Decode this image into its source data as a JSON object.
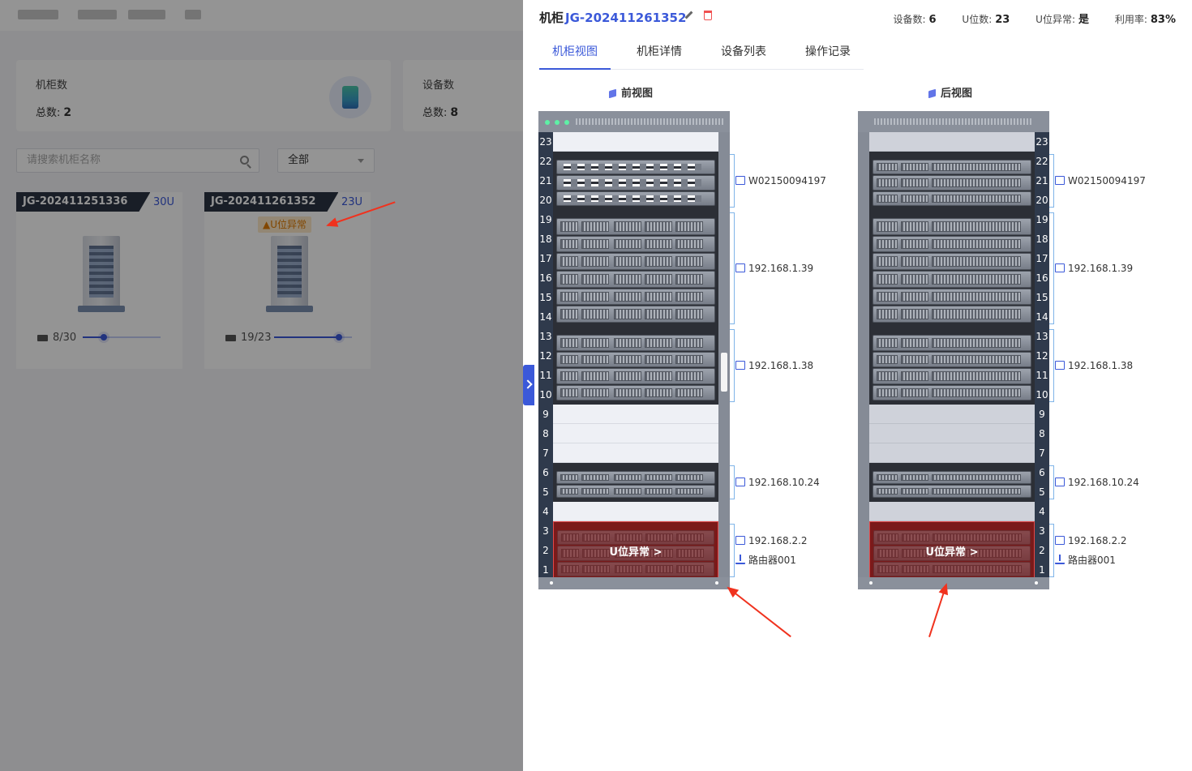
{
  "background": {
    "stat_cards": [
      {
        "title": "机柜数",
        "total_label": "总数:",
        "total_value": "2"
      },
      {
        "title": "设备数",
        "total_label": "总数:",
        "total_value": "8"
      }
    ],
    "search_placeholder": "请搜索机柜名称",
    "filter_selected": "全部",
    "rack_cards": [
      {
        "name": "JG-202411251336",
        "capacity": "30U",
        "usage": "8/30",
        "usage_fraction": 0.27
      },
      {
        "name": "JG-202411261352",
        "capacity": "23U",
        "usage": "19/23",
        "usage_fraction": 0.83,
        "warning": "U位异常"
      }
    ]
  },
  "drawer": {
    "title_prefix": "机柜",
    "rack_code": "JG-202411261352",
    "stats": [
      {
        "label": "设备数:",
        "value": "6"
      },
      {
        "label": "U位数:",
        "value": "23"
      },
      {
        "label": "U位异常:",
        "value": "是"
      },
      {
        "label": "利用率:",
        "value": "83%"
      }
    ],
    "tabs": [
      "机柜视图",
      "机柜详情",
      "设备列表",
      "操作记录"
    ],
    "front_title": "前视图",
    "back_title": "后视图",
    "error_label": "U位异常 >",
    "devices": [
      {
        "label": "W02150094197",
        "icon": "switch-icon"
      },
      {
        "label": "192.168.1.39",
        "icon": "server-icon"
      },
      {
        "label": "192.168.1.38",
        "icon": "server-icon"
      },
      {
        "label": "192.168.10.24",
        "icon": "server-icon"
      },
      {
        "label": "192.168.2.2",
        "icon": "server-icon"
      },
      {
        "label": "路由器001",
        "icon": "router-icon"
      }
    ]
  },
  "colors": {
    "accent": "#3b59d9",
    "error": "#e24848",
    "arrow": "#f0321e"
  }
}
